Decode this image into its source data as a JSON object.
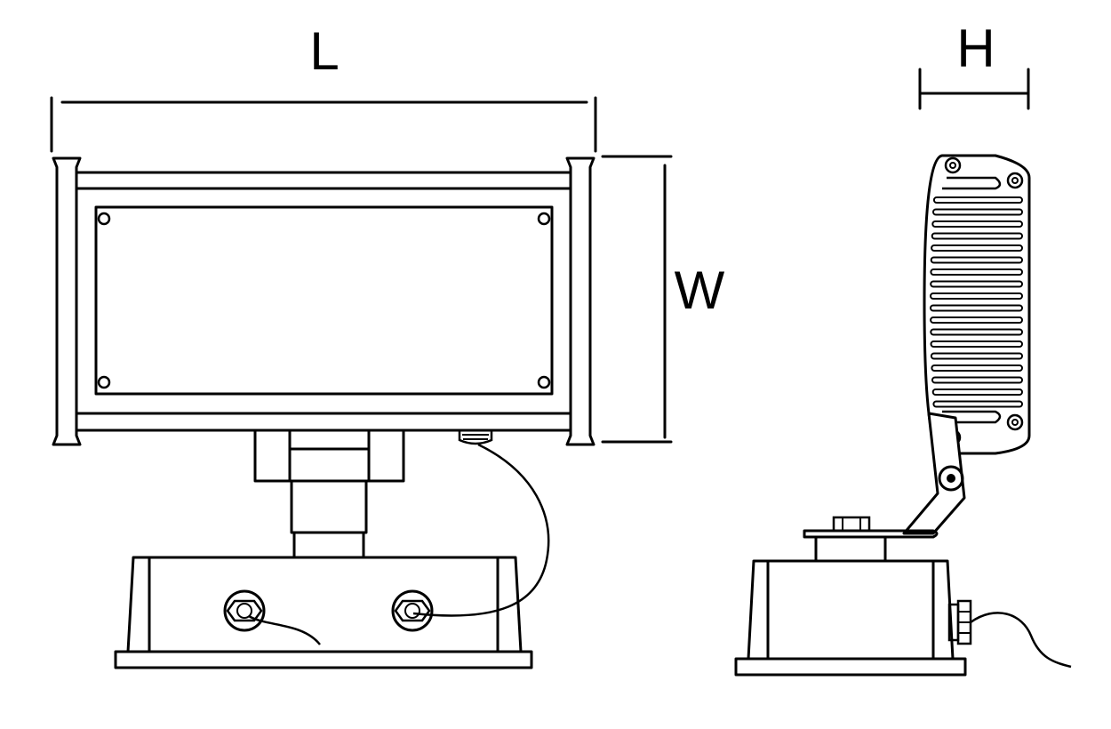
{
  "labels": {
    "length": "L",
    "height": "H",
    "width": "W"
  },
  "colors": {
    "line": "#000000",
    "background": "#ffffff"
  }
}
